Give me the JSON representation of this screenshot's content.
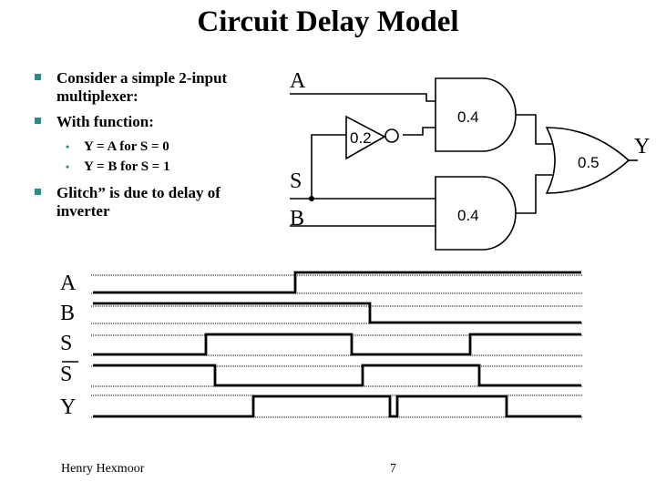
{
  "slide": {
    "title": "Circuit Delay Model"
  },
  "bullets": [
    {
      "text": "Consider a simple 2-input multiplexer:"
    },
    {
      "text": "With function:"
    },
    {
      "text": "Glitch” is due to delay of inverter"
    }
  ],
  "sub_bullets": [
    {
      "text": "Y = A for  S = 0"
    },
    {
      "text": "Y = B for  S = 1"
    }
  ],
  "circuit": {
    "input_a": "A",
    "input_s": "S",
    "input_b": "B",
    "output_y": "Y",
    "inverter_delay": "0.2",
    "and_top_delay": "0.4",
    "and_bottom_delay": "0.4",
    "or_delay": "0.5"
  },
  "timing": {
    "signals": [
      "A",
      "B",
      "S",
      "S",
      "Y"
    ]
  },
  "footer": {
    "author": "Henry Hexmoor",
    "page": "7"
  }
}
